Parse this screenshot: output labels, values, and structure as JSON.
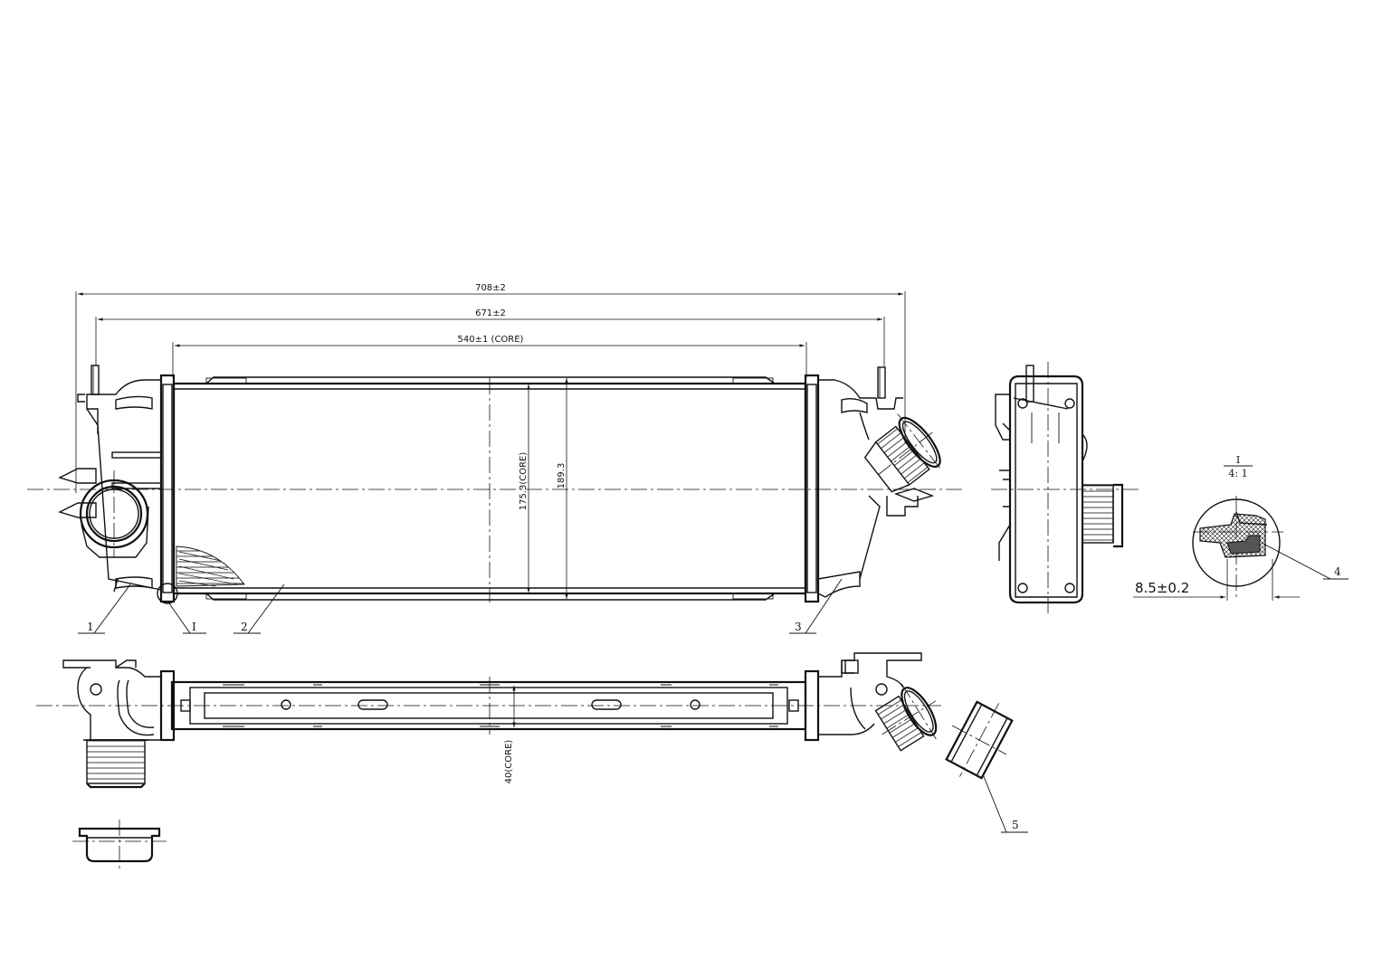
{
  "dimensions": {
    "overall_length": "708±2",
    "mount_span": "671±2",
    "core_length": "540±1 (CORE)",
    "core_height": "175.3(CORE)",
    "overall_height": "189.3",
    "core_depth": "40(CORE)",
    "detail_thickness": "8.5±0.2"
  },
  "detail": {
    "label": "I",
    "scale": "4: 1"
  },
  "callouts": {
    "c1": "1",
    "c2": "2",
    "c3": "3",
    "c4": "4",
    "c5": "5",
    "detail_ref": "I"
  }
}
